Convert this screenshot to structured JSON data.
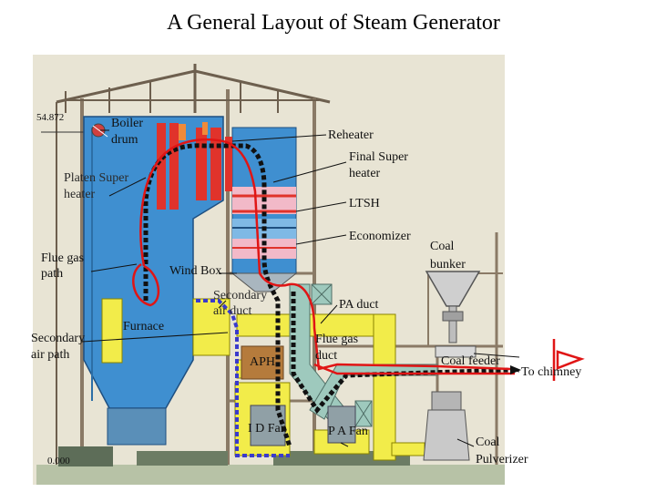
{
  "title": "A General Layout of Steam Generator",
  "elevations": {
    "top": "54.872",
    "bottom": "0.000"
  },
  "labels": {
    "boiler_drum_1": "Boiler",
    "boiler_drum_2": "drum",
    "platen_1": "Platen Super",
    "platen_2": "heater",
    "flue_gas_path_1": "Flue gas",
    "flue_gas_path_2": "path",
    "secondary_air_path_1": "Secondary",
    "secondary_air_path_2": "air path",
    "furnace": "Furnace",
    "wind_box": "Wind Box",
    "secondary_air_duct_1": "Secondary",
    "secondary_air_duct_2": "air duct",
    "reheater": "Reheater",
    "final_sh_1": "Final Super",
    "final_sh_2": "heater",
    "ltsh": "LTSH",
    "economizer": "Economizer",
    "coal_bunker_1": "Coal",
    "coal_bunker_2": "bunker",
    "pa_duct": "PA duct",
    "flue_gas_duct_1": "Flue gas",
    "flue_gas_duct_2": "duct",
    "aph": "APH",
    "coal_feeder": "Coal feeder",
    "to_chimney": "To chimney",
    "id_fan": "I D Fan",
    "pa_fan": "P A Fan",
    "coal_pulverizer_1": "Coal",
    "coal_pulverizer_2": "Pulverizer"
  },
  "colors": {
    "furnace_blue": "#3f8fd0",
    "superheater_red": "#e0332b",
    "duct_yellow": "#f2ec4a",
    "duct_green": "#9ec9bd",
    "steel": "#8a7a66",
    "path_red": "#e01515",
    "path_black": "#111111",
    "air_blue": "#3a3acc"
  }
}
